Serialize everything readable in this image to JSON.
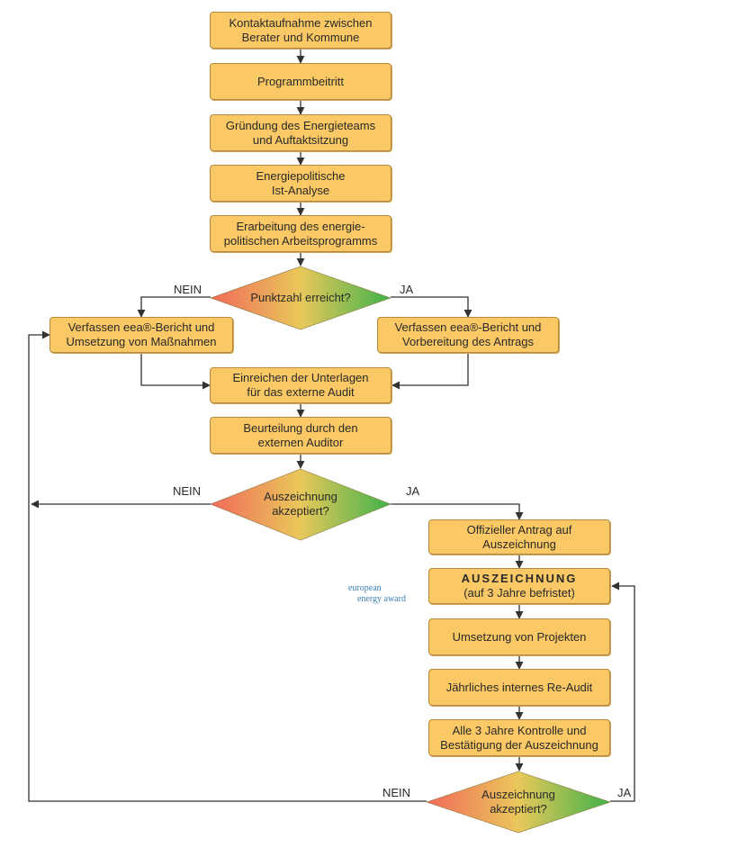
{
  "steps": {
    "kontakt": [
      "Kontaktaufnahme zwischen",
      "Berater und Kommune"
    ],
    "beitritt": [
      "Programmbeitritt"
    ],
    "gruendung": [
      "Gründung des Energieteams",
      "und Auftaktsitzung"
    ],
    "analyse": [
      "Energiepolitische",
      "Ist-Analyse"
    ],
    "arbeitsprogramm": [
      "Erarbeitung des energie-",
      "politischen Arbeitsprogramms"
    ],
    "bericht_nein": [
      "Verfassen eea®-Bericht und",
      "Umsetzung von Maßnahmen"
    ],
    "bericht_ja": [
      "Verfassen eea®-Bericht und",
      "Vorbereitung des Antrags"
    ],
    "einreichen": [
      "Einreichen der Unterlagen",
      "für das externe Audit"
    ],
    "beurteilung": [
      "Beurteilung durch den",
      "externen Auditor"
    ],
    "antrag": [
      "Offizieller Antrag auf",
      "Auszeichnung"
    ],
    "auszeichnung": [
      "AUSZEICHNUNG",
      "(auf 3 Jahre befristet)"
    ],
    "umsetzung": [
      "Umsetzung von Projekten"
    ],
    "reaudit": [
      "Jährliches internes Re-Audit"
    ],
    "kontrolle": [
      "Alle 3 Jahre Kontrolle und",
      "Bestätigung der Auszeichnung"
    ]
  },
  "decisions": {
    "punktzahl": [
      "Punktzahl erreicht?"
    ],
    "akzeptiert1": [
      "Auszeichnung",
      "akzeptiert?"
    ],
    "akzeptiert2": [
      "Auszeichnung",
      "akzeptiert?"
    ]
  },
  "labels": {
    "nein": "NEIN",
    "ja": "JA"
  },
  "logo": [
    "european",
    "energy award"
  ],
  "colors": {
    "box": "#fac864",
    "diamond_red": "#f26a5a",
    "diamond_green": "#3fb24a",
    "line": "#333333"
  }
}
